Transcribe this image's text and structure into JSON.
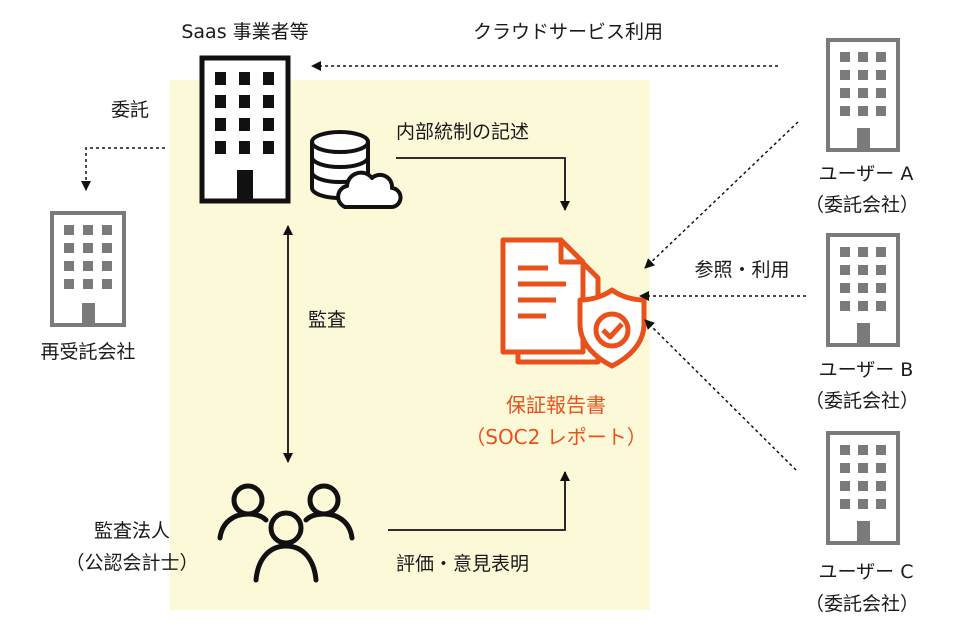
{
  "colors": {
    "audit_area": "#fcf9d9",
    "accent": "#e8511c",
    "dark": "#111111",
    "gray": "#7a7a7a"
  },
  "labels": {
    "saas_provider": "Saas 事業者等",
    "cloud_usage": "クラウドサービス利用",
    "outsource": "委託",
    "internal_control": "内部統制の記述",
    "subcontractor": "再受託会社",
    "audit": "監査",
    "report_title": "保証報告書",
    "report_subtitle": "（SOC2 レポート）",
    "reference_use": "参照・利用",
    "audit_firm_line1": "監査法人",
    "audit_firm_line2": "（公認会計士）",
    "evaluation": "評価・意見表明"
  },
  "users": [
    {
      "name": "ユーザー A",
      "role": "（委託会社）"
    },
    {
      "name": "ユーザー B",
      "role": "（委託会社）"
    },
    {
      "name": "ユーザー C",
      "role": "（委託会社）"
    }
  ],
  "icons": {
    "saas_building": "building-icon",
    "database": "database-icon",
    "cloud": "cloud-icon",
    "subcontractor_building": "building-icon",
    "report": "document-shield-icon",
    "auditors": "people-group-icon",
    "user_buildings": "building-icon"
  }
}
